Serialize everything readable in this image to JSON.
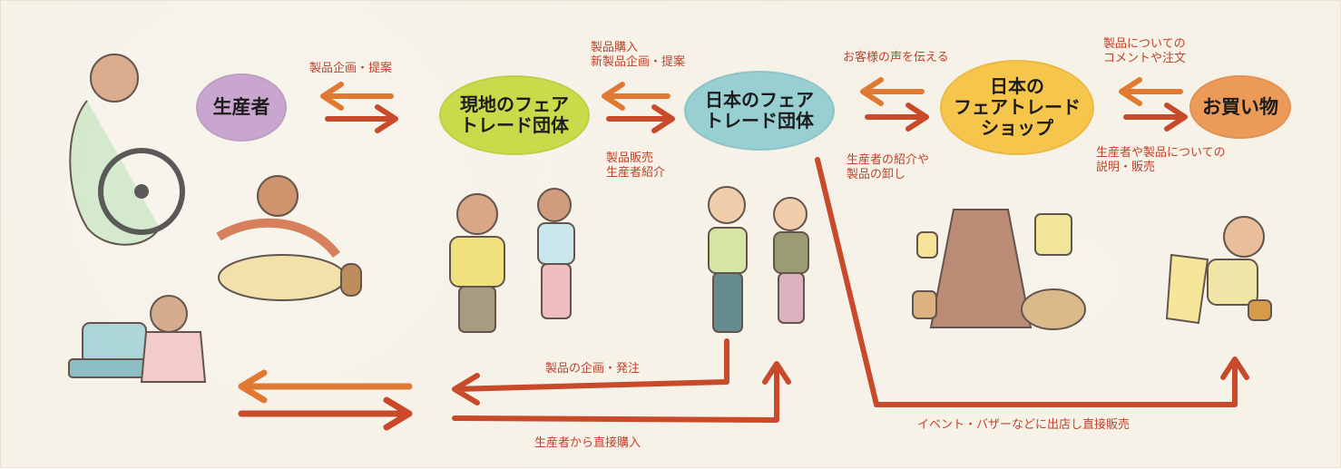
{
  "nodes": {
    "producer": {
      "label": "生産者",
      "color": "#c9a6cf"
    },
    "local_org": {
      "label": "現地のフェア\nトレード団体",
      "color": "#c9db4a"
    },
    "japan_org": {
      "label": "日本のフェア\nトレード団体",
      "color": "#97cfd2"
    },
    "japan_shop": {
      "label": "日本の\nフェアトレード\nショップ",
      "color": "#f6c54b"
    },
    "shopping": {
      "label": "お買い物",
      "color": "#ec9a58"
    }
  },
  "labels": {
    "plan_proposal": "製品企画・提案",
    "purchase_new_plan": "製品購入\n新製品企画・提案",
    "sales_intro": "製品販売\n生産者紹介",
    "customer_voice": "お客様の声を伝える",
    "intro_wholesale": "生産者の紹介や\n製品の卸し",
    "comments_orders": "製品についての\nコメントや注文",
    "explain_sell": "生産者や製品についての\n説明・販売",
    "plan_order": "製品の企画・発注",
    "direct_purchase": "生産者から直接購入",
    "event_sales": "イベント・バザーなどに出店し直接販売"
  },
  "colors": {
    "arrow": "#c84a2a",
    "arrow_alt": "#e07a32",
    "label_text": "#c2412a"
  }
}
